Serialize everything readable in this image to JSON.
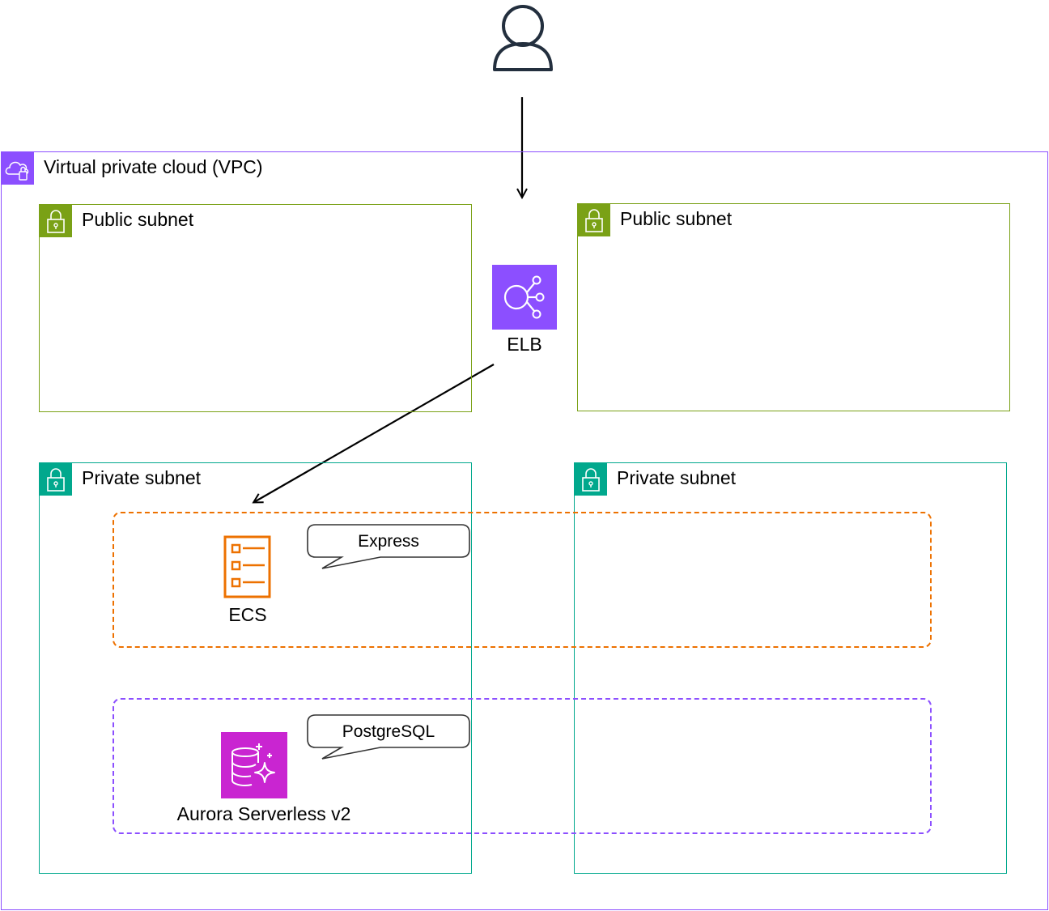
{
  "vpc": {
    "label": "Virtual private cloud (VPC)",
    "color": "#8C4FFF"
  },
  "subnets": {
    "public_left": {
      "label": "Public subnet"
    },
    "public_right": {
      "label": "Public subnet"
    },
    "private_left": {
      "label": "Private subnet"
    },
    "private_right": {
      "label": "Private subnet"
    }
  },
  "colors": {
    "public": "#7AA116",
    "private": "#01A88D",
    "ecs_group": "#ED7100",
    "db_group": "#8C4FFF",
    "elb": "#8C4FFF",
    "aurora": "#C925D1",
    "user": "#232F3E"
  },
  "services": {
    "elb": {
      "label": "ELB",
      "icon": "elastic-load-balancing-icon"
    },
    "ecs": {
      "label": "ECS",
      "icon": "ecs-service-icon"
    },
    "aurora": {
      "label": "Aurora Serverless v2",
      "icon": "aurora-database-icon"
    }
  },
  "callouts": {
    "express": "Express",
    "postgres": "PostgreSQL"
  },
  "user": {
    "icon": "user-icon"
  }
}
